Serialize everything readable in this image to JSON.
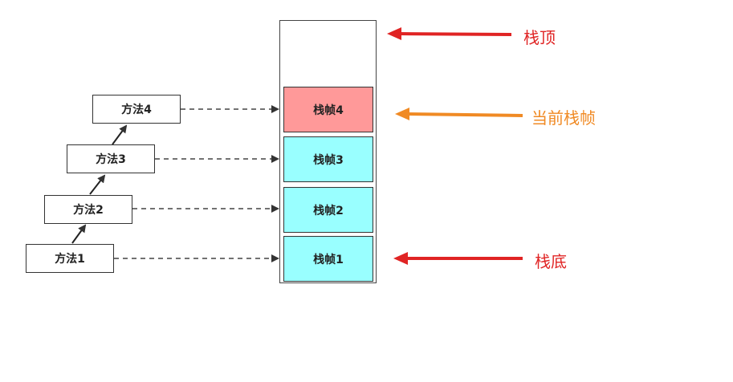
{
  "stack_frames": [
    {
      "label": "栈帧4",
      "current": true
    },
    {
      "label": "栈帧3",
      "current": false
    },
    {
      "label": "栈帧2",
      "current": false
    },
    {
      "label": "栈帧1",
      "current": false
    }
  ],
  "methods": [
    {
      "label": "方法4"
    },
    {
      "label": "方法3"
    },
    {
      "label": "方法2"
    },
    {
      "label": "方法1"
    }
  ],
  "annotations": {
    "top": "栈顶",
    "current": "当前栈帧",
    "bottom": "栈底"
  },
  "colors": {
    "current_frame": "#ff9999",
    "frame": "#99ffff",
    "red_arrow": "#e02424",
    "orange_arrow": "#f08a24"
  }
}
